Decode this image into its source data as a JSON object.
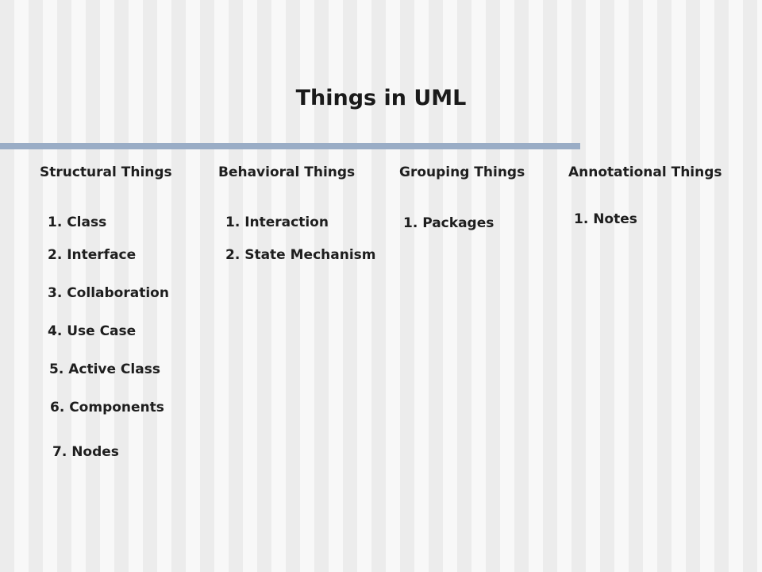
{
  "slide": {
    "title": "Things in UML",
    "categories": [
      {
        "heading": "Structural Things",
        "items": [
          "1. Class",
          "2. Interface",
          "3. Collaboration",
          "4. Use Case",
          "5. Active Class",
          "6. Components",
          "7. Nodes"
        ]
      },
      {
        "heading": "Behavioral Things",
        "items": [
          "1. Interaction",
          "2. State Mechanism"
        ]
      },
      {
        "heading": "Grouping Things",
        "items": [
          "1. Packages"
        ]
      },
      {
        "heading": "Annotational Things",
        "items": [
          "1. Notes"
        ]
      }
    ]
  }
}
